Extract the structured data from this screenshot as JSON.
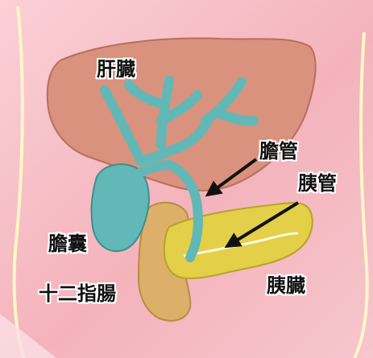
{
  "labels": {
    "liver": "肝臓",
    "bile_duct": "膽管",
    "pancreatic_duct": "胰管",
    "gallbladder": "膽囊",
    "duodenum": "十二指腸",
    "pancreas": "胰臓"
  },
  "colors": {
    "background": "#f7bcc4",
    "liver": "#d9927d",
    "bile_ducts": "#62b8b6",
    "pancreas": "#e3cf48",
    "duodenum": "#ddb06a",
    "arrow": "#111111"
  }
}
